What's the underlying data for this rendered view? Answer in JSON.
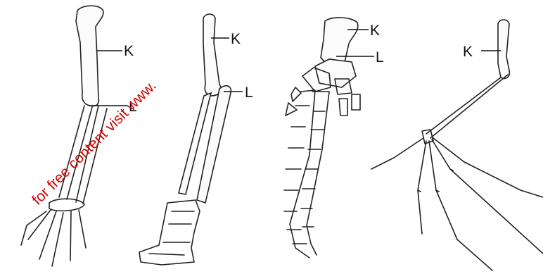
{
  "watermark": "for free content visit www.",
  "limbs": [
    {
      "labels": [
        "K",
        "L"
      ]
    },
    {
      "labels": [
        "K",
        "L"
      ]
    },
    {
      "labels": [
        "K",
        "L"
      ]
    },
    {
      "labels": [
        "K"
      ]
    }
  ]
}
